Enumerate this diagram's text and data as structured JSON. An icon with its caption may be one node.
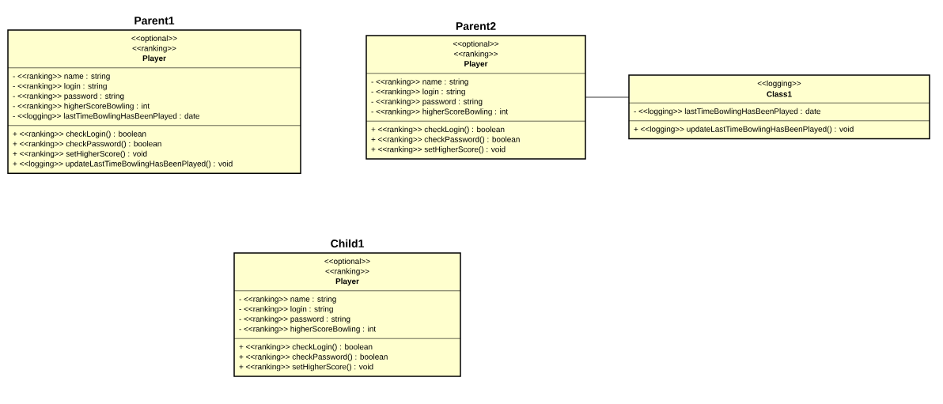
{
  "diagram": {
    "nodes": [
      {
        "text": [
          "<<optional>>",
          "<<ranking>>",
          "Player"
        ],
        "beside": [
          "Parent1"
        ]
      },
      {
        "text": [
          "- <<ranking>> name : string",
          "- <<ranking>> login : string",
          "- <<ranking>> password : string",
          "- <<ranking>> higherScoreBowling : int",
          "- <<logging>> lastTimeBowlingHasBeenPlayed : date"
        ],
        "in": 0
      },
      {
        "text": [
          "+ <<ranking>> checkLogin() : boolean",
          "+ <<ranking>> checkPassword() : boolean",
          "+ <<ranking>> setHigherScore() : void",
          "+ <<logging>> updateLastTimeBowlingHasBeenPlayed() : void"
        ],
        "in": 0
      },
      {
        "text": [
          "<<optional>>",
          "<<ranking>>",
          "Player"
        ],
        "beside": [
          "Parent2"
        ]
      },
      {
        "text": [
          "- <<ranking>> name : string",
          "- <<ranking>> login : string",
          "- <<ranking>> password : string",
          "- <<ranking>> higherScoreBowling : int"
        ],
        "in": 3
      },
      {
        "text": [
          "+ <<ranking>> checkLogin() : boolean",
          "+ <<ranking>> checkPassword() : boolean",
          "+ <<ranking>> setHigherScore() : void"
        ],
        "in": 3
      },
      {
        "text": [
          "<<logging>>",
          "Class1"
        ]
      },
      {
        "text": [
          "- <<logging>> lastTimeBowlingHasBeenPlayed : date"
        ],
        "in": 6
      },
      {
        "text": [
          "+ <<logging>> updateLastTimeBowlingHasBeenPlayed() : void"
        ],
        "in": 6
      },
      {
        "text": [
          "<<optional>>",
          "<<ranking>>",
          "Player"
        ],
        "beside": [
          "Child1"
        ]
      },
      {
        "text": [
          "- <<ranking>> name : string",
          "- <<ranking>> login : string",
          "- <<ranking>> password : string",
          "- <<ranking>> higherScoreBowling : int"
        ],
        "in": 9
      },
      {
        "text": [
          "+ <<ranking>> checkLogin() : boolean",
          "+ <<ranking>> checkPassword() : boolean",
          "+ <<ranking>> setHigherScore() : void"
        ],
        "in": 9
      }
    ],
    "edges": [
      {
        "from": 3,
        "to": 6,
        "arrow": "none"
      }
    ]
  }
}
